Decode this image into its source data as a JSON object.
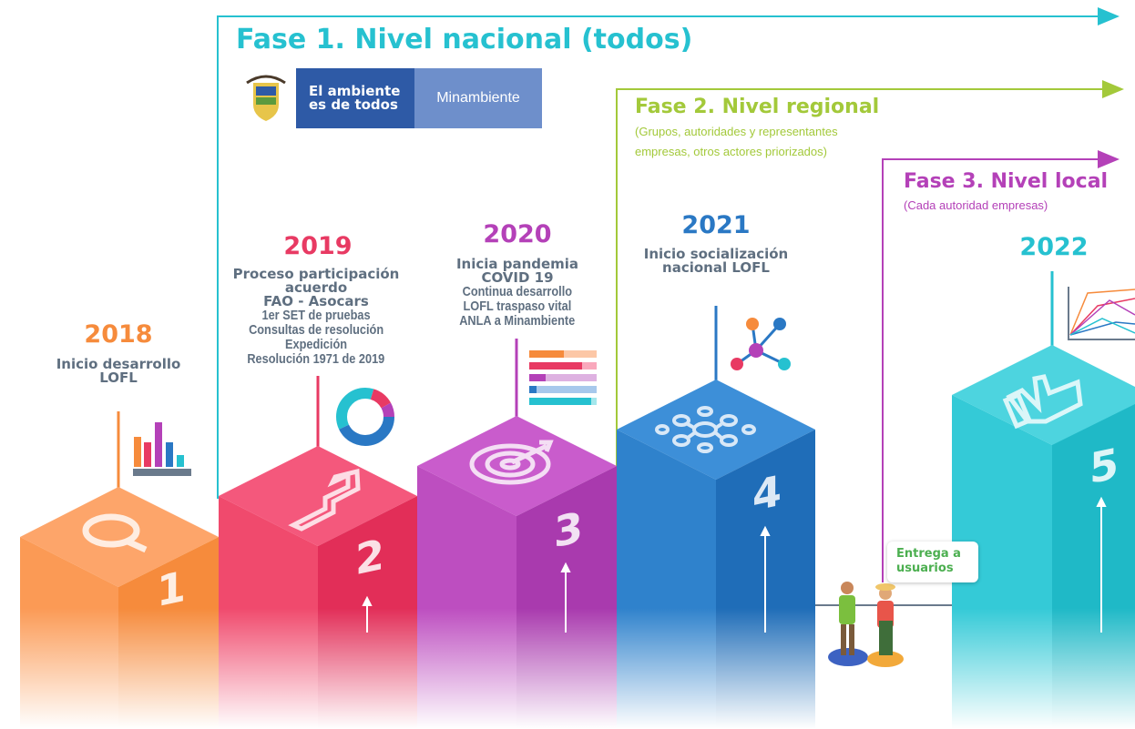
{
  "phases": [
    {
      "title": "Fase 1. Nivel nacional (todos)",
      "subtitle_lines": [],
      "color": "#26c1d0"
    },
    {
      "title": "Fase 2. Nivel regional",
      "subtitle_lines": [
        "(Grupos, autoridades y representantes",
        "empresas, otros actores priorizados)"
      ],
      "color": "#a3c93a"
    },
    {
      "title": "Fase 3. Nivel local",
      "subtitle_lines": [
        "(Cada autoridad empresas)"
      ],
      "color": "#b441b8"
    }
  ],
  "logo": {
    "motto_lines": [
      "El ambiente",
      "es de todos"
    ],
    "brand": "Minambiente"
  },
  "milestones": [
    {
      "year": "2018",
      "number": "1",
      "color": "#f68b3c",
      "head_lines": [
        "Inicio desarrollo",
        "LOFL"
      ],
      "body_lines": [],
      "icon": "magnifier-icon",
      "graphic": "bar-chart-icon"
    },
    {
      "year": "2019",
      "number": "2",
      "color": "#e83a63",
      "head_lines": [
        "Proceso participación",
        "acuerdo",
        "FAO - Asocars"
      ],
      "body_lines": [
        "1er SET de pruebas",
        "Consultas de resolución",
        "Expedición",
        "Resolución 1971 de 2019"
      ],
      "icon": "growth-chart-icon",
      "graphic": "donut-chart-icon"
    },
    {
      "year": "2020",
      "number": "3",
      "color": "#b441b8",
      "head_lines": [
        "Inicia pandemia",
        "COVID 19"
      ],
      "body_lines": [
        "Continua desarrollo",
        "LOFL traspaso vital",
        "ANLA a Minambiente"
      ],
      "icon": "target-icon",
      "graphic": "progress-bars-icon"
    },
    {
      "year": "2021",
      "number": "4",
      "color": "#2a78c4",
      "head_lines": [
        "Inicio socialización",
        "nacional LOFL"
      ],
      "body_lines": [],
      "icon": "network-icon",
      "graphic": "molecule-icon"
    },
    {
      "year": "2022",
      "number": "5",
      "color": "#26c1d0",
      "head_lines": [],
      "body_lines": [],
      "icon": "thumbs-up-icon",
      "graphic": "line-chart-icon"
    }
  ],
  "bubble": {
    "lines": [
      "Entrega a",
      "usuarios"
    ]
  }
}
